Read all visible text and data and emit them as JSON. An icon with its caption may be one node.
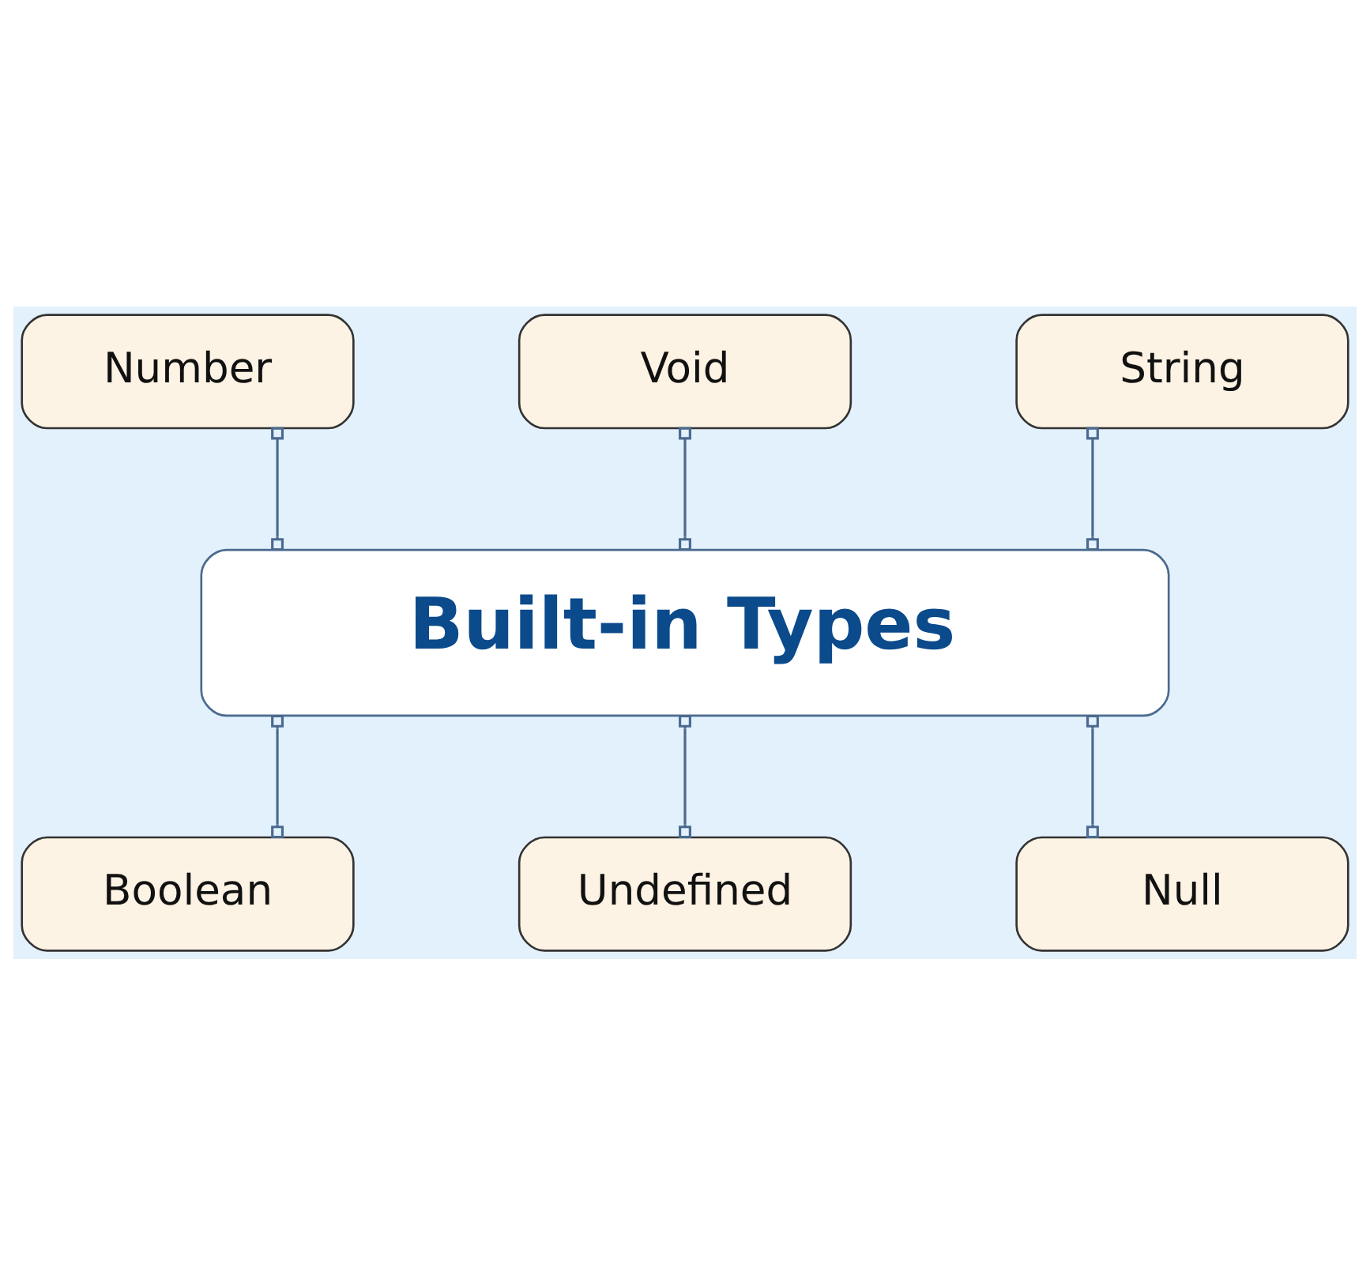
{
  "diagram": {
    "nodes": [
      {
        "text": [
          "Number"
        ]
      },
      {
        "text": [
          "Void"
        ]
      },
      {
        "text": [
          "String"
        ]
      },
      {
        "text": [
          "Built-in Types"
        ]
      },
      {
        "text": [
          "Boolean"
        ]
      },
      {
        "text": [
          "Undefined"
        ]
      },
      {
        "text": [
          "Null"
        ]
      }
    ],
    "edges": [
      {
        "from": 0,
        "to": 3,
        "arrow": "other"
      },
      {
        "from": 1,
        "to": 3,
        "arrow": "other"
      },
      {
        "from": 2,
        "to": 3,
        "arrow": "other"
      },
      {
        "from": 3,
        "to": 4,
        "arrow": "other"
      },
      {
        "from": 3,
        "to": 5,
        "arrow": "other"
      },
      {
        "from": 3,
        "to": 6,
        "arrow": "other"
      }
    ]
  }
}
